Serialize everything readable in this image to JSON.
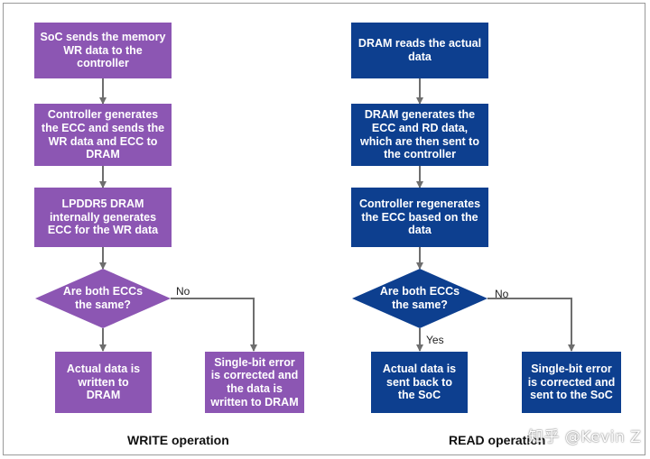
{
  "write": {
    "step1": "SoC sends the memory WR data to the controller",
    "step2": "Controller generates the ECC and sends the WR data and ECC to DRAM",
    "step3": "LPDDR5 DRAM internally generates ECC for the WR data",
    "decision": "Are both ECCs the same?",
    "no_label": "No",
    "yes_result": "Actual data is written to DRAM",
    "no_result": "Single-bit error is corrected and the data is written to DRAM",
    "caption": "WRITE operation"
  },
  "read": {
    "step1": "DRAM reads the actual data",
    "step2": "DRAM generates the ECC and RD data, which are then sent to the controller",
    "step3": "Controller regenerates the ECC based on the data",
    "decision": "Are both ECCs the same?",
    "no_label": "No",
    "yes_label": "Yes",
    "yes_result": "Actual data is sent back to the SoC",
    "no_result": "Single-bit error is corrected and sent to the SoC",
    "caption": "READ operation"
  },
  "watermark": "知乎 @Kevin Z",
  "colors": {
    "write_fill": "#8c56b3",
    "read_fill": "#0d3f8f",
    "connector": "#6e6e6e"
  }
}
